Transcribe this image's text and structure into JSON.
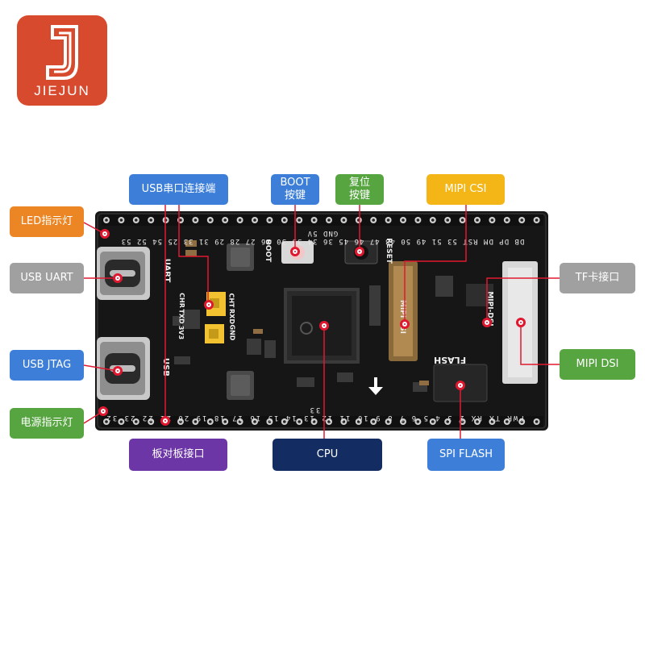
{
  "brand": {
    "logo_text": "JIEJUN",
    "color": "#d84a2e"
  },
  "callouts": {
    "usb_serial": "USB串口连接端",
    "boot_line1": "BOOT",
    "boot_line2": "按键",
    "reset_line1": "复位",
    "reset_line2": "按键",
    "mipi_csi": "MIPI CSI",
    "led": "LED指示灯",
    "usb_uart": "USB UART",
    "usb_jtag": "USB JTAG",
    "power_led": "电源指示灯",
    "tf_card": "TF卡接口",
    "mipi_dsi": "MIPI DSI",
    "board_conn": "板对板接口",
    "cpu": "CPU",
    "spi_flash": "SPI FLASH"
  },
  "colors": {
    "blue": "#3d7fd8",
    "green": "#57a541",
    "orange": "#ec8524",
    "gray": "#a0a0a0",
    "purple": "#6d36a6",
    "navy": "#132c62",
    "yellow": "#f4b516",
    "line": "#e0182f"
  },
  "board": {
    "top_pins": "DB DP DM RST 53 51 49 50 48 47 46 45 36 34 35 30 26 27 28 29 31 33 25 54 52 53 GND 5V",
    "bottom_pins": "PWR TX RX 2 3 4 5 6 7 8 9 10 11 12 13 14 15 16 17 18 19 20 21 22 23 32 33",
    "silk_uart": "UART",
    "silk_usb": "USB",
    "silk_boot": "BOOT",
    "silk_reset": "RESET",
    "silk_flash": "FLASH",
    "silk_mipi_csi": "MIPI CSI",
    "silk_mipi_dsi": "MIPI-DSI",
    "silk_chr": "CHR",
    "silk_txd": "TXD",
    "silk_3v3": "3V3",
    "silk_cht": "CHT",
    "silk_rxd": "RXD",
    "silk_gnd": "GND"
  }
}
